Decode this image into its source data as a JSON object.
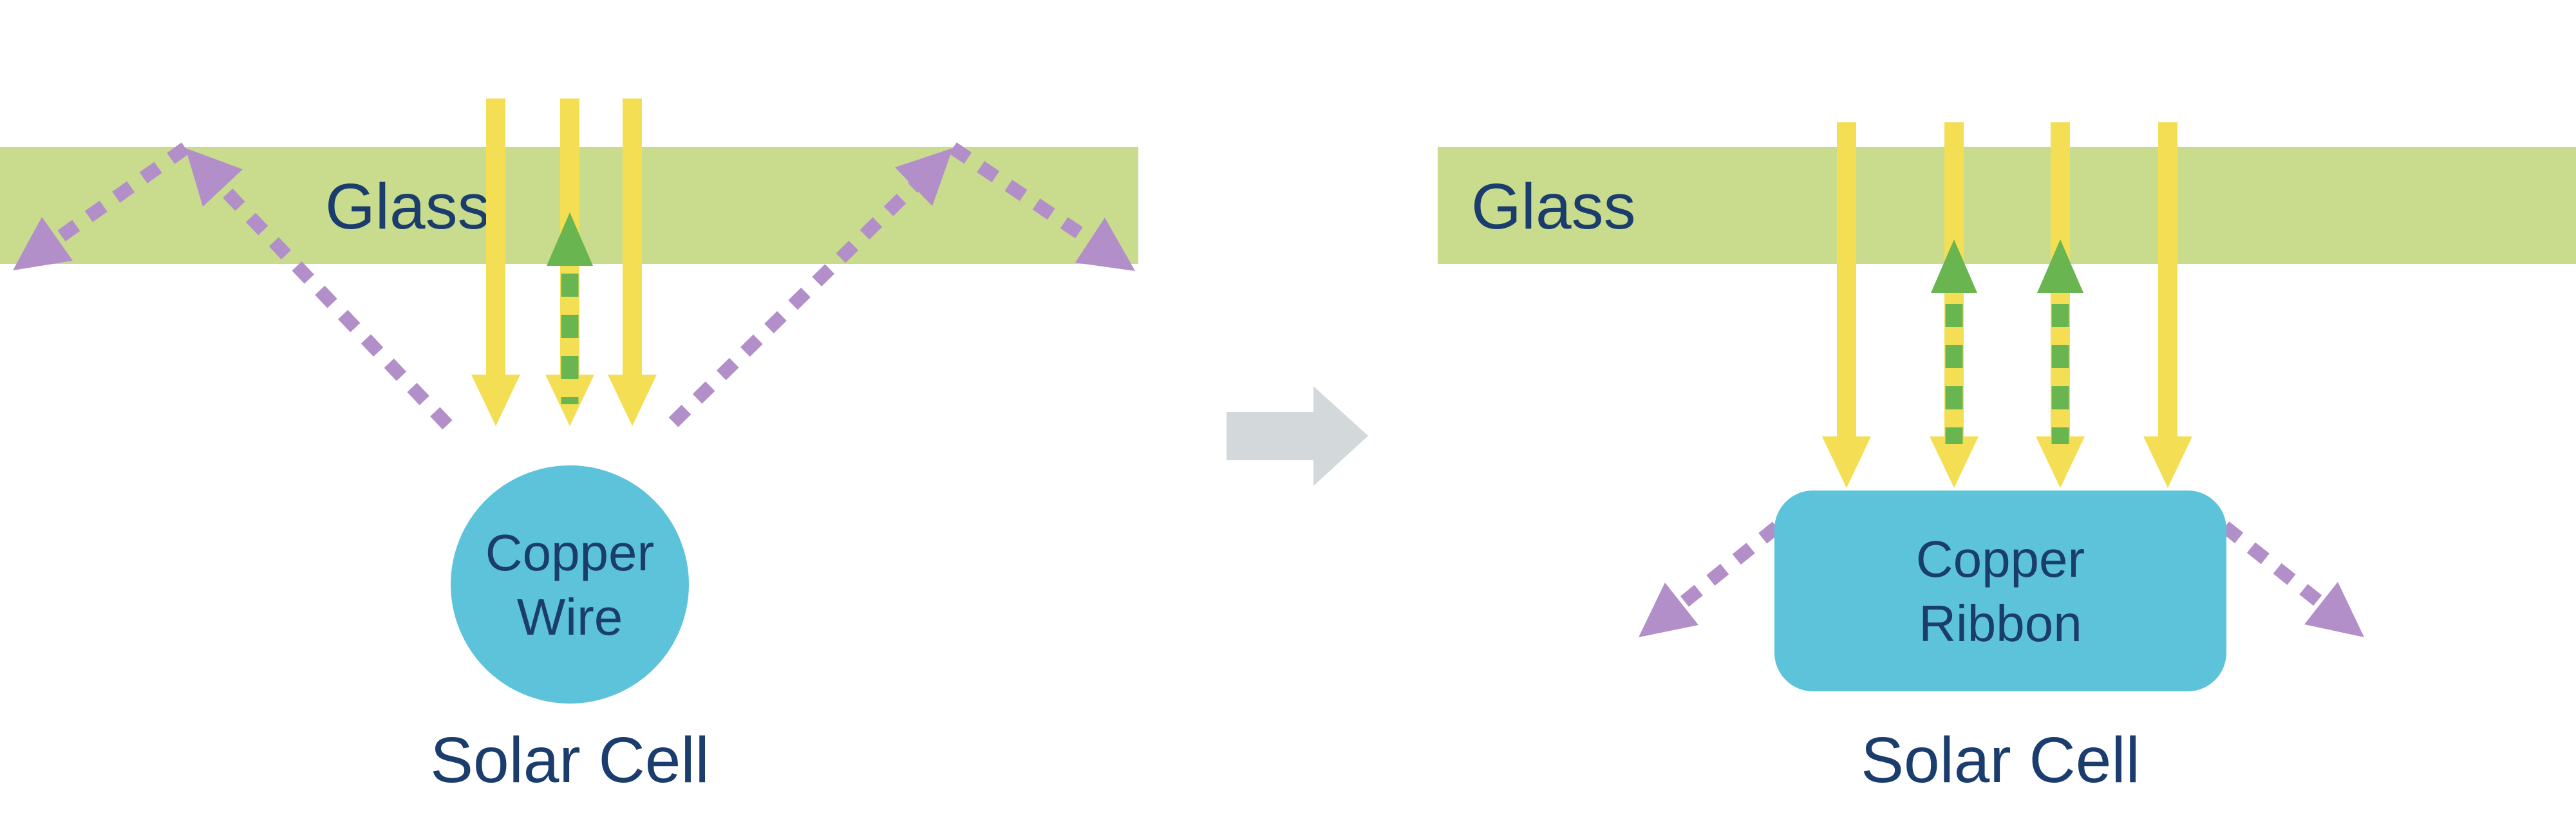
{
  "left_panel": {
    "glass_label": "Glass",
    "component_line1": "Copper",
    "component_line2": "Wire",
    "caption": "Solar Cell"
  },
  "right_panel": {
    "glass_label": "Glass",
    "component_line1": "Copper",
    "component_line2": "Ribbon",
    "caption": "Solar Cell"
  },
  "colors": {
    "glass": "#c9dc8e",
    "component": "#5cc3da",
    "incident_light": "#f3de54",
    "reflected_light": "#b28fc8",
    "returned_light": "#69b54f",
    "transition_arrow": "#d3d9db",
    "label_text": "#1b3d6d",
    "background": "#ffffff"
  }
}
